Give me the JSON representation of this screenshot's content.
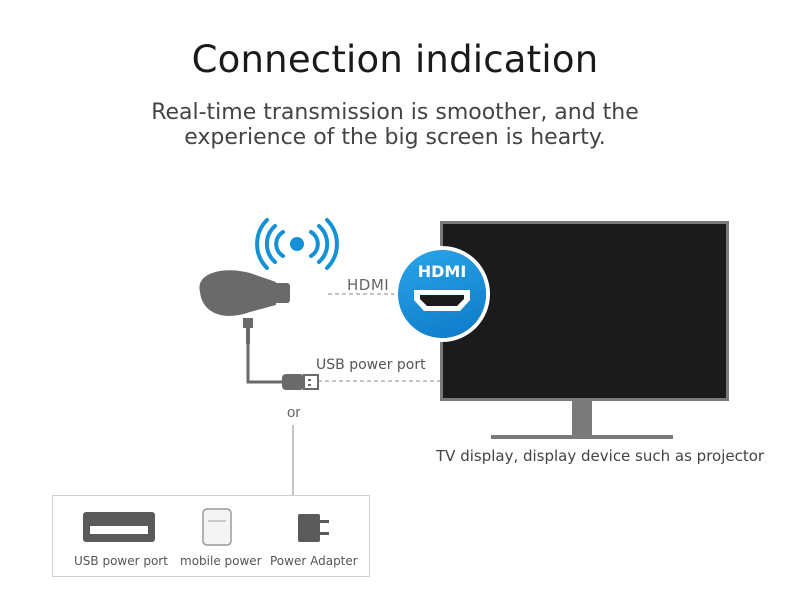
{
  "title": "Connection indication",
  "subtitle": {
    "line1": "Real-time transmission is smoother, and the",
    "line2": "experience of the big screen is hearty."
  },
  "connections": {
    "hdmi_label": "HDMI",
    "usb_label": "USB power port",
    "or_label": "or"
  },
  "hdmi_badge": {
    "label": "HDMI",
    "color": "#1592d6"
  },
  "tv": {
    "caption": "TV display, display device such as projector"
  },
  "power_options": [
    {
      "label": "USB power port",
      "icon": "usb-port-icon"
    },
    {
      "label": "mobile power",
      "icon": "power-bank-icon"
    },
    {
      "label": "Power Adapter",
      "icon": "power-adapter-icon"
    }
  ],
  "colors": {
    "accent": "#1592d6",
    "device_gray": "#6a6a6a",
    "screen": "#1b1b1b"
  }
}
